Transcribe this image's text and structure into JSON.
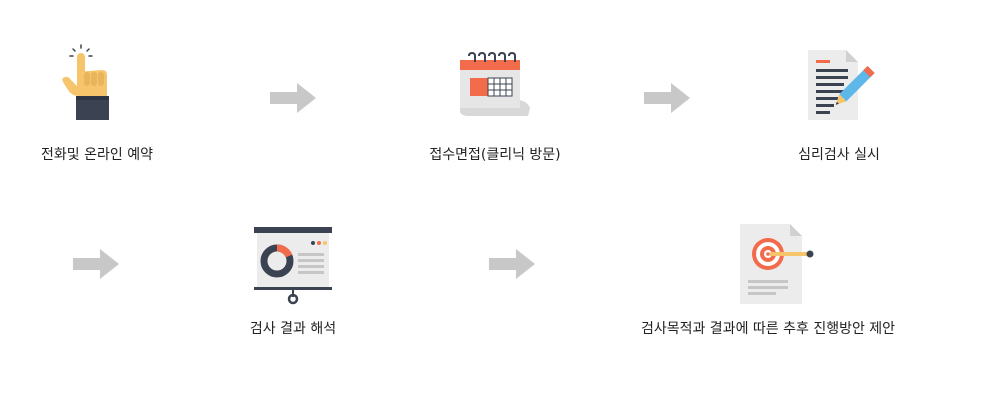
{
  "steps": [
    {
      "label": "전화및 온라인 예약",
      "icon": "hand-pointer-icon"
    },
    {
      "label": "접수면접(클리닉 방문)",
      "icon": "calendar-icon"
    },
    {
      "label": "심리검사 실시",
      "icon": "document-pencil-icon"
    },
    {
      "label": "검사 결과 해석",
      "icon": "presentation-board-icon"
    },
    {
      "label": "검사목적과 결과에 따른 추후 진행방안 제안",
      "icon": "target-document-icon"
    }
  ],
  "colors": {
    "arrow": "#c8c8c8",
    "orange": "#f26b4a",
    "navy": "#3b4352",
    "skin": "#f6c56b",
    "paper": "#ececec",
    "text": "#222222"
  }
}
